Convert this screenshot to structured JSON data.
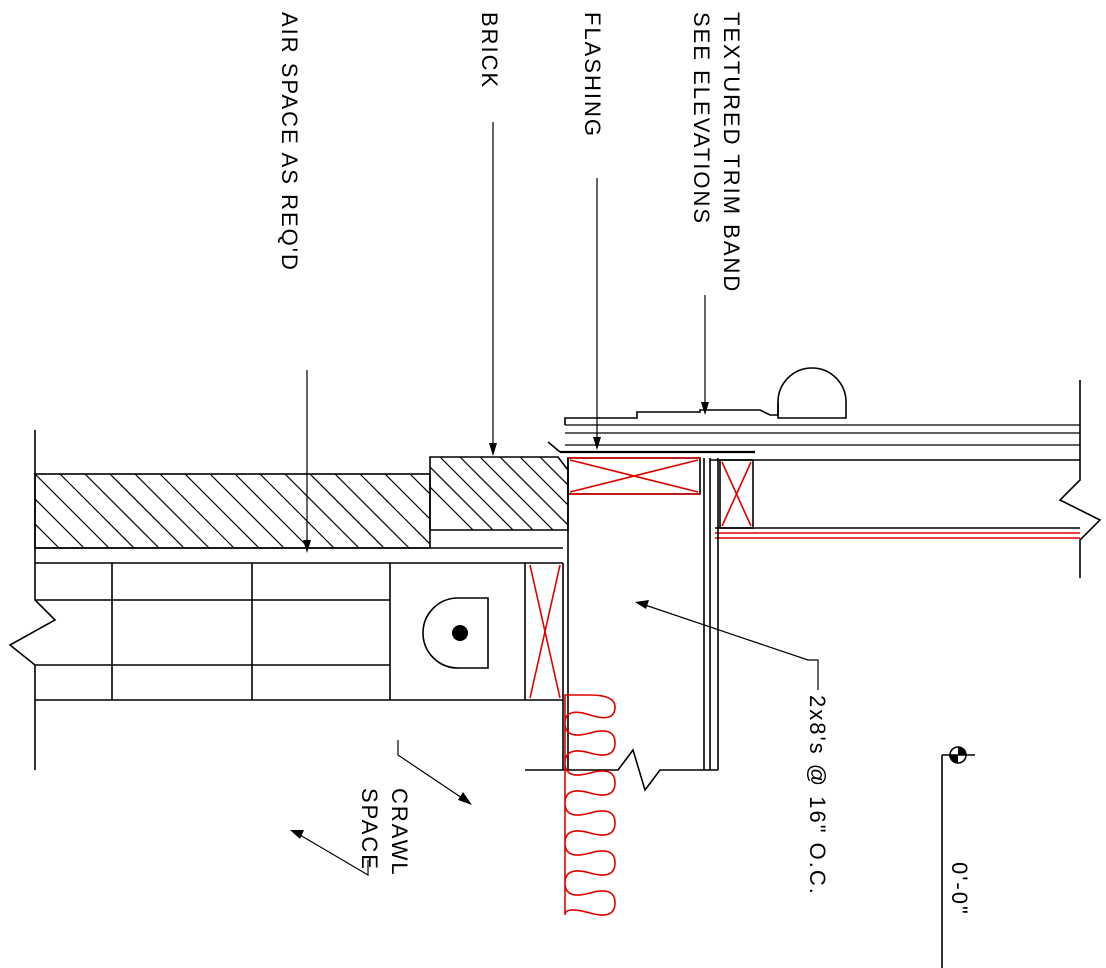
{
  "labels": {
    "trim_line1": "TEXTURED TRIM BAND",
    "trim_line2": "SEE ELEVATIONS",
    "flashing": "FLASHING",
    "brick": "BRICK",
    "air_space": "AIR SPACE AS REQ'D",
    "joists": "2x8's @ 16\" O.C.",
    "crawl_line1": "CRAWL",
    "crawl_line2": "SPACE",
    "elevation": "0'-0\""
  },
  "colors": {
    "linework": "#000000",
    "insulation_and_blocking": "#e00000",
    "background": "#ffffff"
  }
}
